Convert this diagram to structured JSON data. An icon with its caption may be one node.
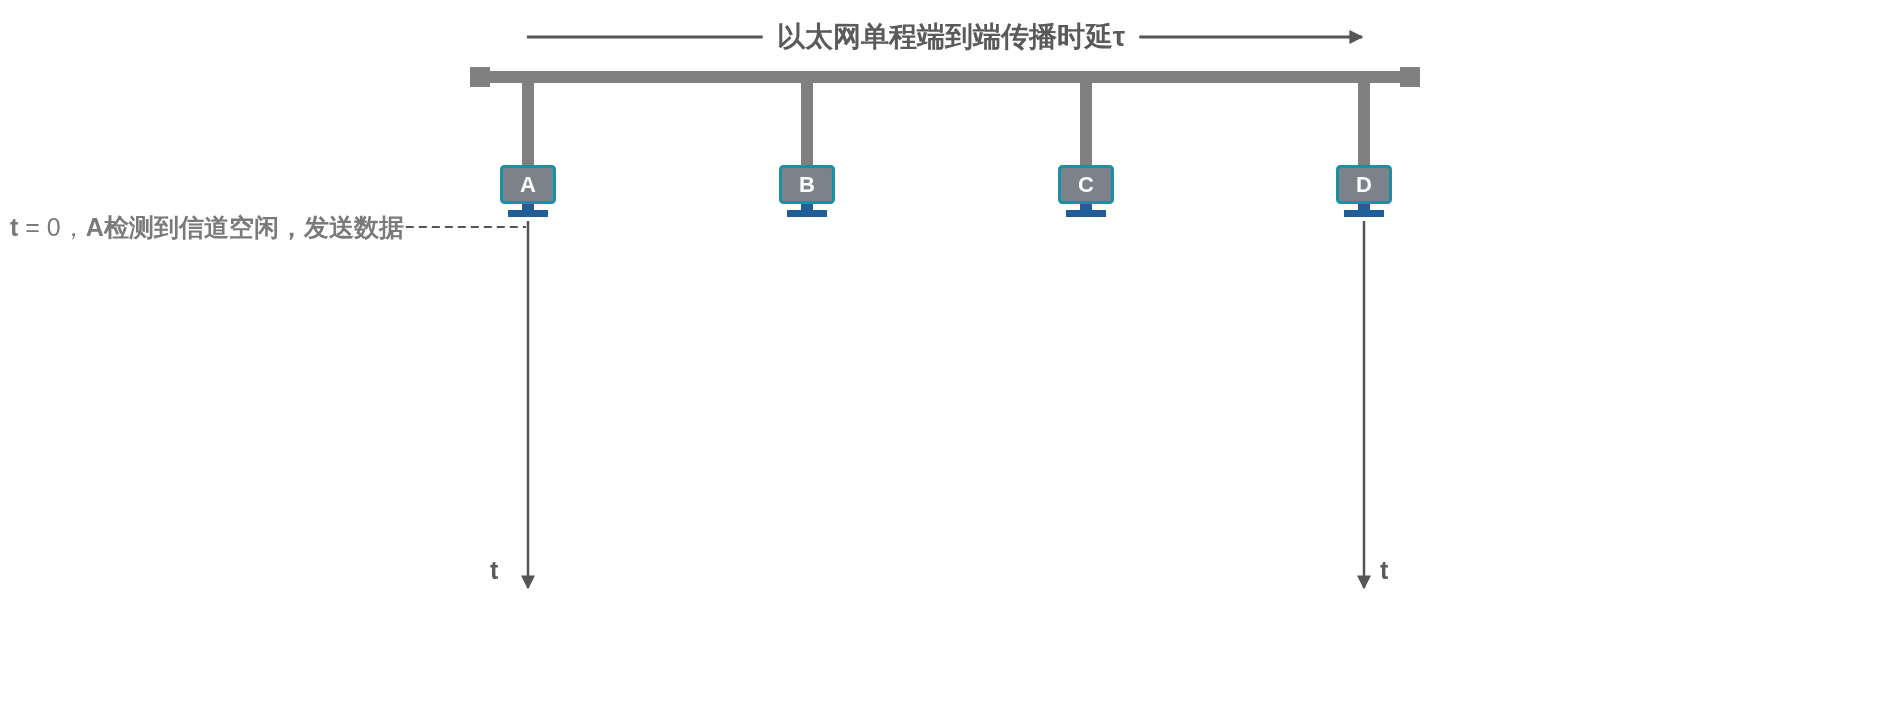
{
  "diagram": {
    "nodes": [
      {
        "text": [],
        "shape": "bar"
      },
      {
        "text": [
          "A"
        ]
      },
      {
        "text": [
          "B"
        ]
      },
      {
        "text": [
          "C"
        ]
      },
      {
        "text": [
          "D"
        ]
      },
      {
        "text": [
          "**t** = 0，**A检测到信道空闲，发送数据**"
        ]
      },
      {
        "text": [
          "t"
        ]
      },
      {
        "text": [
          "t"
        ]
      }
    ],
    "edges": [
      {
        "from": 0,
        "to": 1,
        "arrow": "none"
      },
      {
        "from": 0,
        "to": 2,
        "arrow": "none"
      },
      {
        "from": 0,
        "to": 3,
        "arrow": "none"
      },
      {
        "from": 0,
        "to": 4,
        "arrow": "none"
      },
      {
        "from": 5,
        "to": 1,
        "arrow": "none",
        "style": "dashed"
      },
      {
        "from": 1,
        "to": 6,
        "arrow": "to"
      },
      {
        "from": 4,
        "to": 7,
        "arrow": "to"
      }
    ],
    "labels": [
      "以太网单程端到端传播时延τ"
    ]
  }
}
